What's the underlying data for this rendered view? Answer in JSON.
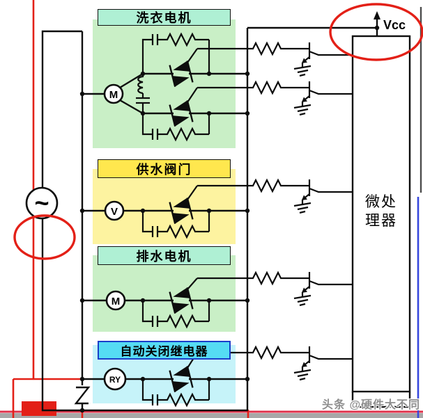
{
  "blocks": [
    {
      "label": "洗衣电机",
      "symbol": "M"
    },
    {
      "label": "供水阀门",
      "symbol": "V"
    },
    {
      "label": "排水电机",
      "symbol": "M"
    },
    {
      "label": "自动关闭继电器",
      "symbol": "RY"
    }
  ],
  "power": {
    "vcc": "Vcc",
    "ac": "~"
  },
  "mcu": {
    "line1": "微处",
    "line2": "理器"
  },
  "watermark": "头条 @硬件大不同",
  "colors": {
    "annotation_red": "#e32017",
    "block_green": "#c9efc6",
    "block_yellow": "#fdf3a0",
    "block_cyan": "#c6f3f9",
    "header_mint": "#aff0d4",
    "header_yellow": "#ffe74e",
    "header_cyan": "#55dcf3",
    "header_cyan_border": "#1b3fc9",
    "bottom_band_grey": "#a8a8a8",
    "bottom_line_pink": "#e0314b",
    "right_line_blue": "#3848dd"
  }
}
